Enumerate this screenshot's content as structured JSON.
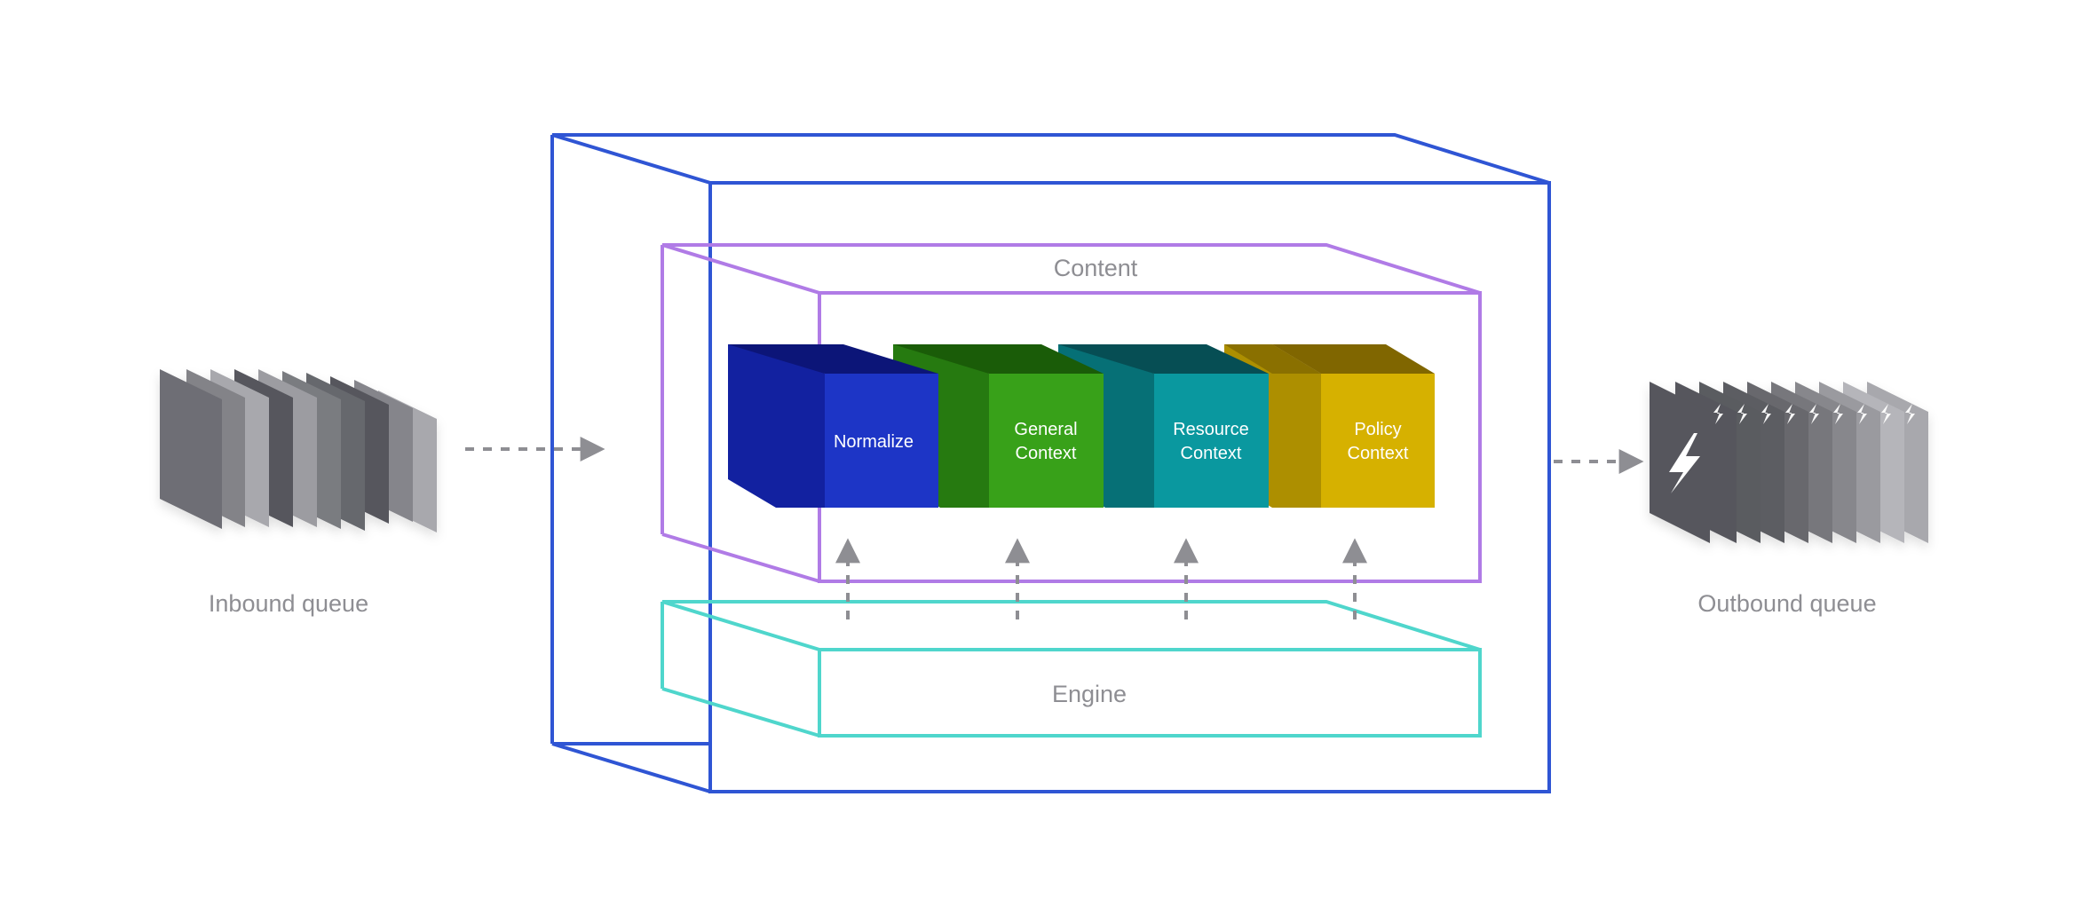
{
  "diagram": {
    "inbound_label": "Inbound queue",
    "outbound_label": "Outbound queue",
    "content_label": "Content",
    "engine_label": "Engine",
    "stages": [
      {
        "line1": "Normalize",
        "line2": ""
      },
      {
        "line1": "General",
        "line2": "Context"
      },
      {
        "line1": "Resource",
        "line2": "Context"
      },
      {
        "line1": "Policy",
        "line2": "Context"
      }
    ],
    "outbound_icon": "lightning-icon"
  },
  "colors": {
    "container": "#2f55d4",
    "content": "#b07be6",
    "engine": "#4fd6cc",
    "arrow": "#8e8e93",
    "label": "#8e8e93",
    "stage_normalize": "#1d35c6",
    "stage_general": "#38a119",
    "stage_resource": "#0a989f",
    "stage_policy": "#d6b100"
  }
}
